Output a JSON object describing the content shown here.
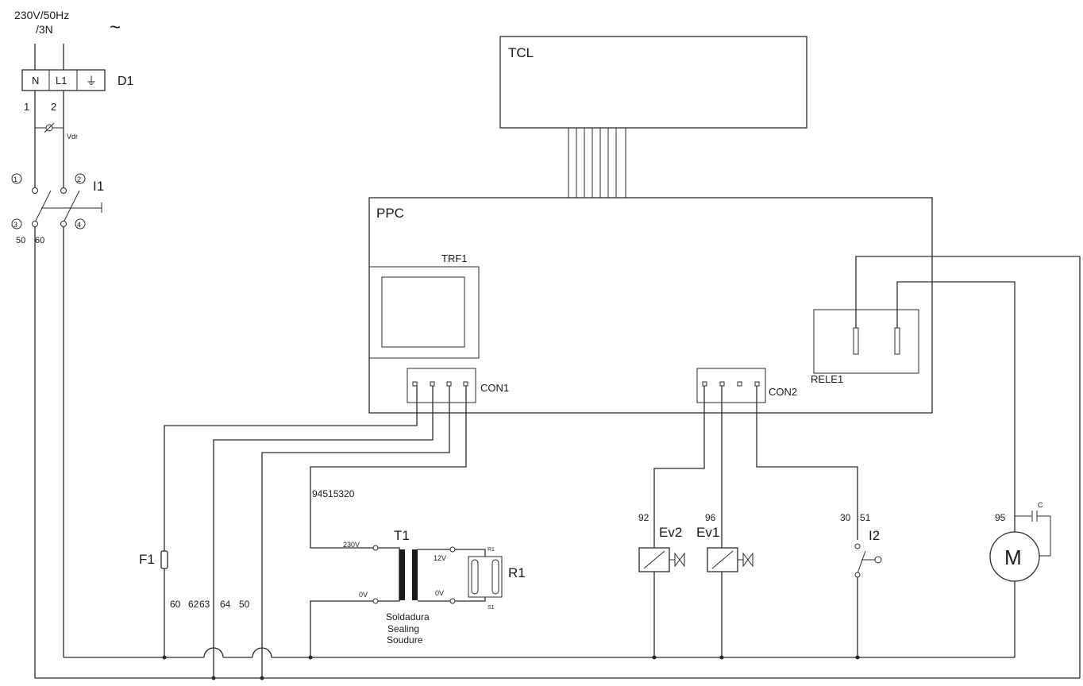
{
  "supply": {
    "line1": "230V/50Hz",
    "line2": "/3N",
    "ac_symbol": "~"
  },
  "d1": {
    "label": "D1",
    "n": "N",
    "l1": "L1",
    "ground": "⏚",
    "pin1": "1",
    "pin2": "2"
  },
  "vdr": {
    "label": "Vdr"
  },
  "i1": {
    "label": "I1",
    "t1": "1",
    "t2": "2",
    "t3": "3",
    "t4": "4",
    "w50": "50",
    "w60": "60"
  },
  "tcl": {
    "label": "TCL"
  },
  "ppc": {
    "label": "PPC"
  },
  "trf1": {
    "label": "TRF1"
  },
  "con1": {
    "label": "CON1"
  },
  "con2": {
    "label": "CON2"
  },
  "rele1": {
    "label": "RELE1"
  },
  "bottom_wires": {
    "w60": "60",
    "w62": "62",
    "w63": "63",
    "w64": "64",
    "w50": "50"
  },
  "f1": {
    "label": "F1"
  },
  "t1": {
    "label": "T1",
    "part_number": "94515320",
    "v230": "230V",
    "v0_primary": "0V",
    "v12": "12V",
    "v0_secondary": "0V",
    "r1_pin": "R1",
    "s1_pin": "S1",
    "caption_es": "Soldadura",
    "caption_en": "Sealing",
    "caption_fr": "Soudure"
  },
  "r1": {
    "label": "R1"
  },
  "ev2": {
    "label": "Ev2",
    "wire": "92"
  },
  "ev1": {
    "label": "Ev1",
    "wire": "96"
  },
  "i2": {
    "label": "I2",
    "wire_a": "30",
    "wire_b": "51"
  },
  "motor": {
    "label": "M",
    "wire": "95",
    "cap": "C"
  }
}
